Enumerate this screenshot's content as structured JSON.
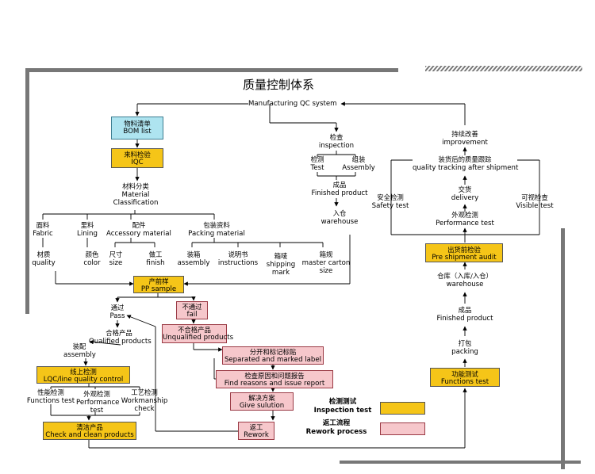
{
  "title": "质量控制体系",
  "root": {
    "en": "Manufacturing QC system"
  },
  "left": {
    "bom": {
      "zh": "物料清单",
      "en": "BOM list"
    },
    "iqc": {
      "zh": "来料检验",
      "en": "IQC"
    },
    "material": {
      "zh": "材料分类",
      "en1": "Material",
      "en2": "Classification"
    },
    "fabric": {
      "zh": "面料",
      "en": "Fabric"
    },
    "lining": {
      "zh": "里料",
      "en": "Lining"
    },
    "accessory": {
      "zh": "配件",
      "en": "Accessory material"
    },
    "packing_material": {
      "zh": "包装资料",
      "en": "Packing material"
    },
    "quality": {
      "zh": "材质",
      "en": "quality"
    },
    "color": {
      "zh": "颜色",
      "en": "color"
    },
    "size": {
      "zh": "尺寸",
      "en": "size"
    },
    "finish": {
      "zh": "做工",
      "en": "finish"
    },
    "assembly": {
      "zh": "装箱",
      "en": "assembly"
    },
    "instructions": {
      "zh": "说明书",
      "en": "instructions"
    },
    "shipping_mark": {
      "zh": "箱唛",
      "en1": "shipping",
      "en2": "mark"
    },
    "master_carton": {
      "zh": "箱规",
      "en1": "master carton",
      "en2": "size"
    },
    "pp_sample": {
      "zh": "产前样",
      "en": "PP sample"
    },
    "pass": {
      "zh": "通过",
      "en": "Pass"
    },
    "fail": {
      "zh": "不通过",
      "en": "fail"
    },
    "qualified": {
      "zh": "合格产品",
      "en": "Qualified products"
    },
    "unqualified": {
      "zh": "不合格产品",
      "en": "Unqualified products"
    },
    "assembly2": {
      "zh": "装配",
      "en": "assembly"
    },
    "separated": {
      "zh": "分开和标记标贴",
      "en": "Separated and marked label"
    },
    "lqc": {
      "zh": "线上检测",
      "en": "LQC/line quality control"
    },
    "find_reasons": {
      "zh": "检查原因和问题报告",
      "en": "Find reasons and issue report"
    },
    "functions_test": {
      "zh": "性能检测",
      "en": "Functions test"
    },
    "performance_test": {
      "zh": "外观检测",
      "en1": "Performance",
      "en2": "test"
    },
    "workmanship": {
      "zh": "工艺检测",
      "en1": "Workmanship",
      "en2": "check"
    },
    "give_solution": {
      "zh": "解决方案",
      "en": "Give sulution"
    },
    "clean": {
      "zh": "清洁产品",
      "en": "Check and clean products"
    },
    "rework": {
      "zh": "返工",
      "en": "Rework"
    }
  },
  "middle": {
    "inspection": {
      "zh": "检查",
      "en": "inspection"
    },
    "test": {
      "zh": "检测",
      "en": "Test"
    },
    "assembly": {
      "zh": "组装",
      "en": "Assembly"
    },
    "finished": {
      "zh": "成品",
      "en": "Finished product"
    },
    "warehouse": {
      "zh": "入仓",
      "en": "warehouse"
    }
  },
  "right": {
    "improvement": {
      "zh": "持续改善",
      "en": "improvement"
    },
    "tracking": {
      "zh": "装货后的质量跟踪",
      "en": "quality tracking after shipment"
    },
    "safety": {
      "zh": "安全检测",
      "en": "Safety test"
    },
    "delivery": {
      "zh": "交货",
      "en": "delivery"
    },
    "visible": {
      "zh": "可视检查",
      "en": "Visible test"
    },
    "perf": {
      "zh": "外观检测",
      "en": "Performance test"
    },
    "pre_shipment": {
      "zh": "出货前检验",
      "en": "Pre shipment audit"
    },
    "warehouse": {
      "zh": "仓库（入库/入仓）",
      "en": "warehouse"
    },
    "finished": {
      "zh": "成品",
      "en": "Finished product"
    },
    "packing": {
      "zh": "打包",
      "en": "packing"
    },
    "functions": {
      "zh": "功能测试",
      "en": "Functions test"
    }
  },
  "legend": {
    "inspection": {
      "zh": "检测测试",
      "en": "Inspection test",
      "color": "#f5c518"
    },
    "rework": {
      "zh": "返工流程",
      "en": "Rework process",
      "color": "#f6c7cb"
    }
  }
}
